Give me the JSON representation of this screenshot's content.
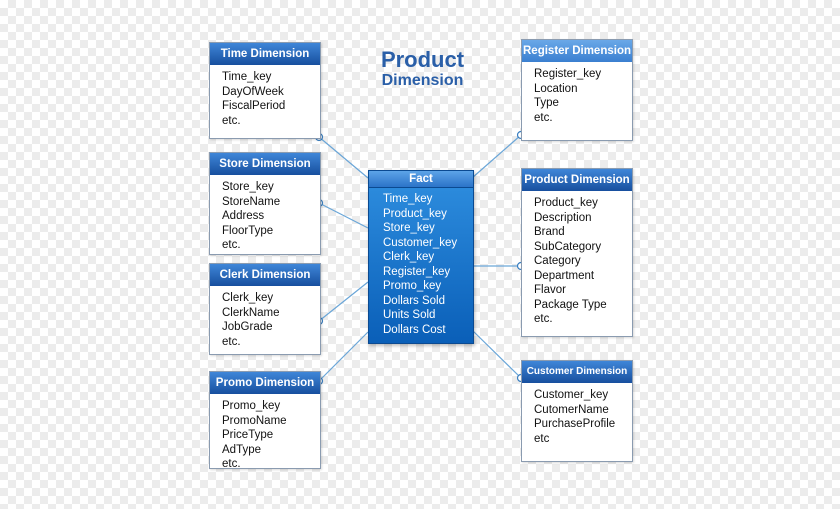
{
  "title": {
    "line1": "Product",
    "line2": "Dimension"
  },
  "fact": {
    "title": "Fact",
    "fields": [
      "Time_key",
      "Product_key",
      "Store_key",
      "Customer_key",
      "Clerk_key",
      "Register_key",
      "Promo_key",
      "Dollars Sold",
      "Units Sold",
      "Dollars Cost"
    ]
  },
  "time_dimension": {
    "title": "Time Dimension",
    "fields": [
      "Time_key",
      "DayOfWeek",
      "FiscalPeriod",
      "etc."
    ]
  },
  "store_dimension": {
    "title": "Store Dimension",
    "fields": [
      "Store_key",
      "StoreName",
      "Address",
      "FloorType",
      "etc."
    ]
  },
  "clerk_dimension": {
    "title": "Clerk Dimension",
    "fields": [
      "Clerk_key",
      "ClerkName",
      "JobGrade",
      "etc."
    ]
  },
  "promo_dimension": {
    "title": "Promo Dimension",
    "fields": [
      "Promo_key",
      "PromoName",
      "PriceType",
      "AdType",
      "etc."
    ]
  },
  "register_dimension": {
    "title": "Register Dimension",
    "fields": [
      "Register_key",
      "Location",
      "Type",
      "etc."
    ]
  },
  "product_dimension": {
    "title": "Product Dimension",
    "fields": [
      "Product_key",
      "Description",
      "Brand",
      "SubCategory",
      "Category",
      "Department",
      "Flavor",
      "Package Type",
      "etc."
    ]
  },
  "customer_dimension": {
    "title": "Customer Dimension",
    "fields": [
      "Customer_key",
      "CutomerName",
      "PurchaseProfile",
      "etc"
    ]
  },
  "colors": {
    "header_dark": "#174f9e",
    "header_light": "#3f86d8",
    "fact_fill": "#1577cf",
    "title_text": "#2a5fa8",
    "connector": "#6aa6d8"
  }
}
